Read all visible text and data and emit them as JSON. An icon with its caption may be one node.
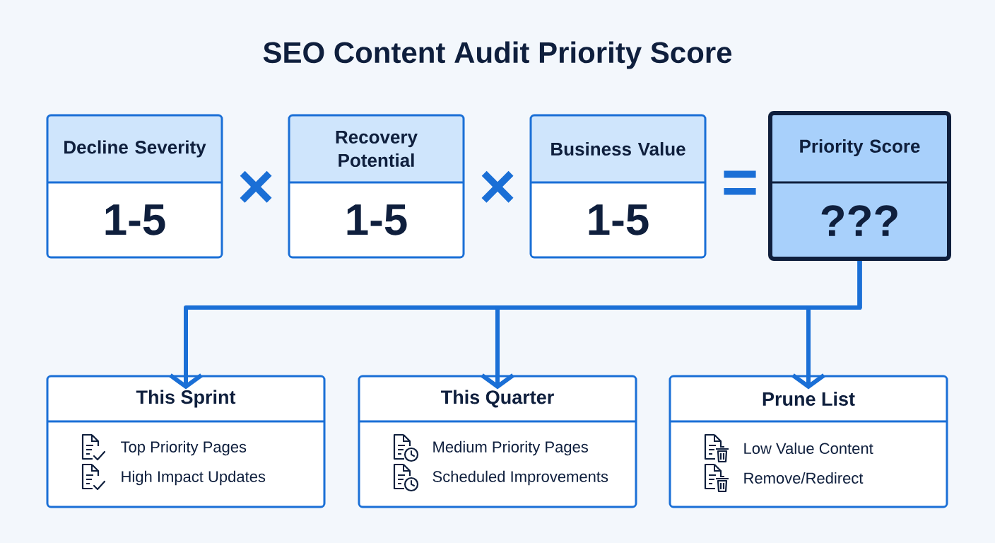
{
  "diagram": {
    "title": "SEO Content Audit Priority Score",
    "nodes": [
      {
        "text": [
          "Decline Severity",
          "1-5"
        ]
      },
      {
        "text": [
          "Recovery Potential",
          "1-5"
        ]
      },
      {
        "text": [
          "Business Value",
          "1-5"
        ]
      },
      {
        "text": [
          "Priority Score",
          "???"
        ]
      },
      {
        "text": [
          "This Sprint",
          "Top Priority Pages",
          "High Impact Updates"
        ]
      },
      {
        "text": [
          "This Quarter",
          "Medium Priority Pages",
          "Scheduled Improvements"
        ]
      },
      {
        "text": [
          "Prune List",
          "Low Value Content",
          "Remove/Redirect"
        ]
      }
    ],
    "edges": [
      {
        "from": 3,
        "to": 4,
        "arrow": "to"
      },
      {
        "from": 3,
        "to": 5,
        "arrow": "to"
      },
      {
        "from": 3,
        "to": 6,
        "arrow": "to"
      }
    ],
    "labels": [
      "×",
      "×",
      "="
    ]
  }
}
